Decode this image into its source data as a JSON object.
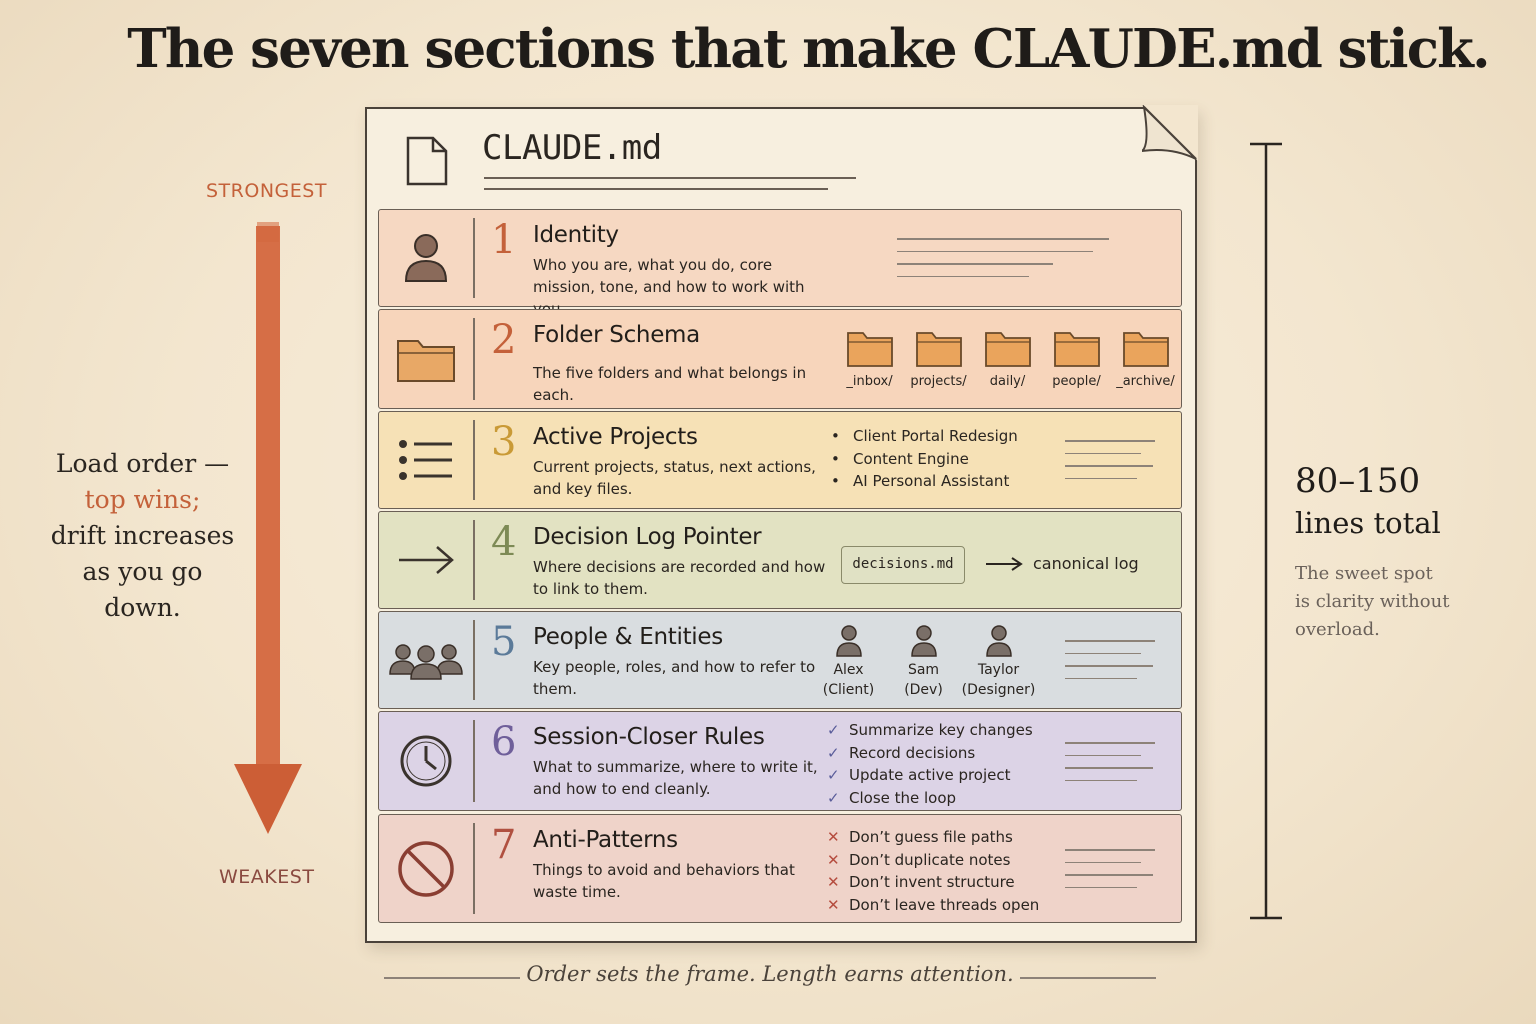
{
  "title": "The seven sections that make CLAUDE.md stick.",
  "left": {
    "strongest": "STRONGEST",
    "weakest": "WEAKEST",
    "load_line1": "Load order —",
    "load_line2": "top wins;",
    "load_line3": "drift increases",
    "load_line4": "as you go",
    "load_line5": "down."
  },
  "right": {
    "lines_num": "80–150",
    "lines_label": "lines total",
    "sweet1": "The sweet spot",
    "sweet2": "is clarity without",
    "sweet3": "overload."
  },
  "doc_title": "CLAUDE.md",
  "sections": [
    {
      "num": "1",
      "name": "Identity",
      "desc": "Who you are, what you do, core mission, tone, and how to work with you.",
      "icon": "person-icon",
      "color": "#f6d8c2",
      "num_color": "#c4613a"
    },
    {
      "num": "2",
      "name": "Folder Schema",
      "desc": "The five folders and what belongs in each.",
      "icon": "folder-icon",
      "color": "#f7d5bb",
      "num_color": "#c4613a",
      "folders": [
        "_inbox/",
        "projects/",
        "daily/",
        "people/",
        "_archive/"
      ]
    },
    {
      "num": "3",
      "name": "Active Projects",
      "desc": "Current projects, status, next actions, and key files.",
      "icon": "list-icon",
      "color": "#f6e1b6",
      "num_color": "#c99a36",
      "bullets": [
        "Client Portal Redesign",
        "Content Engine",
        "AI Personal Assistant"
      ]
    },
    {
      "num": "4",
      "name": "Decision Log Pointer",
      "desc": "Where decisions are recorded and how to link to them.",
      "icon": "arrow-right-icon",
      "color": "#e2e2c2",
      "num_color": "#7d8a55",
      "file": "decisions.md",
      "file_label": "canonical log"
    },
    {
      "num": "5",
      "name": "People & Entities",
      "desc": "Key people, roles, and how to refer to them.",
      "icon": "group-icon",
      "color": "#d9dde0",
      "num_color": "#5b7a99",
      "people": [
        {
          "name": "Alex",
          "role": "(Client)"
        },
        {
          "name": "Sam",
          "role": "(Dev)"
        },
        {
          "name": "Taylor",
          "role": "(Designer)"
        }
      ]
    },
    {
      "num": "6",
      "name": "Session-Closer Rules",
      "desc": "What to summarize, where to write it, and how to end cleanly.",
      "icon": "clock-icon",
      "color": "#dcd3e6",
      "num_color": "#6f5f9a",
      "checks": [
        "Summarize key changes",
        "Record decisions",
        "Update active project",
        "Close the loop"
      ]
    },
    {
      "num": "7",
      "name": "Anti-Patterns",
      "desc": "Things to avoid and behaviors that waste time.",
      "icon": "prohibited-icon",
      "color": "#efd3c9",
      "num_color": "#b05040",
      "crosses": [
        "Don’t guess file paths",
        "Don’t duplicate notes",
        "Don’t invent structure",
        "Don’t leave threads open"
      ]
    }
  ],
  "marks": {
    "check": "✓",
    "cross": "✕",
    "dot": "•"
  },
  "footer": "Order sets the frame. Length earns attention."
}
